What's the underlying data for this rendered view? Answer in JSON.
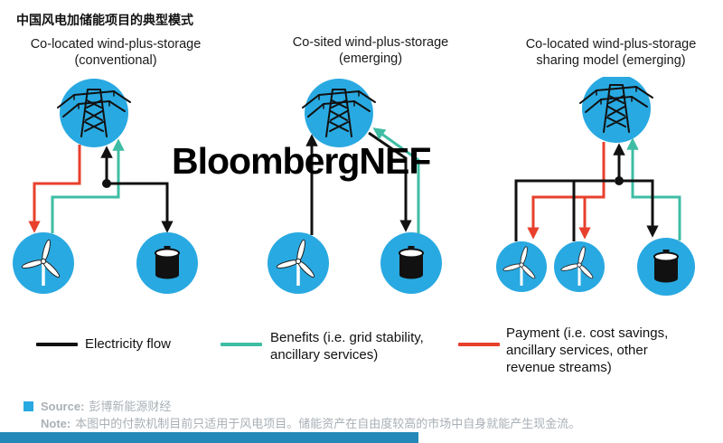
{
  "title": "中国风电加储能项目的典型模式",
  "watermark": "BloombergNEF",
  "colors": {
    "blue": "#29A9E1",
    "teal": "#3EBDA4",
    "red": "#E8402D",
    "black": "#111111",
    "gray": "#A9B0B6",
    "footer_bar": "#2489B8"
  },
  "panels": [
    {
      "id": "conventional",
      "title_line1": "Co-located wind-plus-storage",
      "title_line2": "(conventional)"
    },
    {
      "id": "co-sited",
      "title_line1": "Co-sited wind-plus-storage",
      "title_line2": "(emerging)"
    },
    {
      "id": "sharing",
      "title_line1": "Co-located wind-plus-storage",
      "title_line2": "sharing model (emerging)"
    }
  ],
  "legend": [
    {
      "name": "electricity",
      "label": "Electricity flow"
    },
    {
      "name": "benefits",
      "label": "Benefits (i.e. grid stability, ancillary services)"
    },
    {
      "name": "payment",
      "label": "Payment (i.e. cost savings, ancillary services, other revenue streams)"
    }
  ],
  "source": {
    "label": "Source:",
    "text": "彭博新能源财经"
  },
  "note": {
    "label": "Note:",
    "text": "本图中的付款机制目前只适用于风电项目。储能资产在自由度较高的市场中自身就能产生现金流。"
  }
}
